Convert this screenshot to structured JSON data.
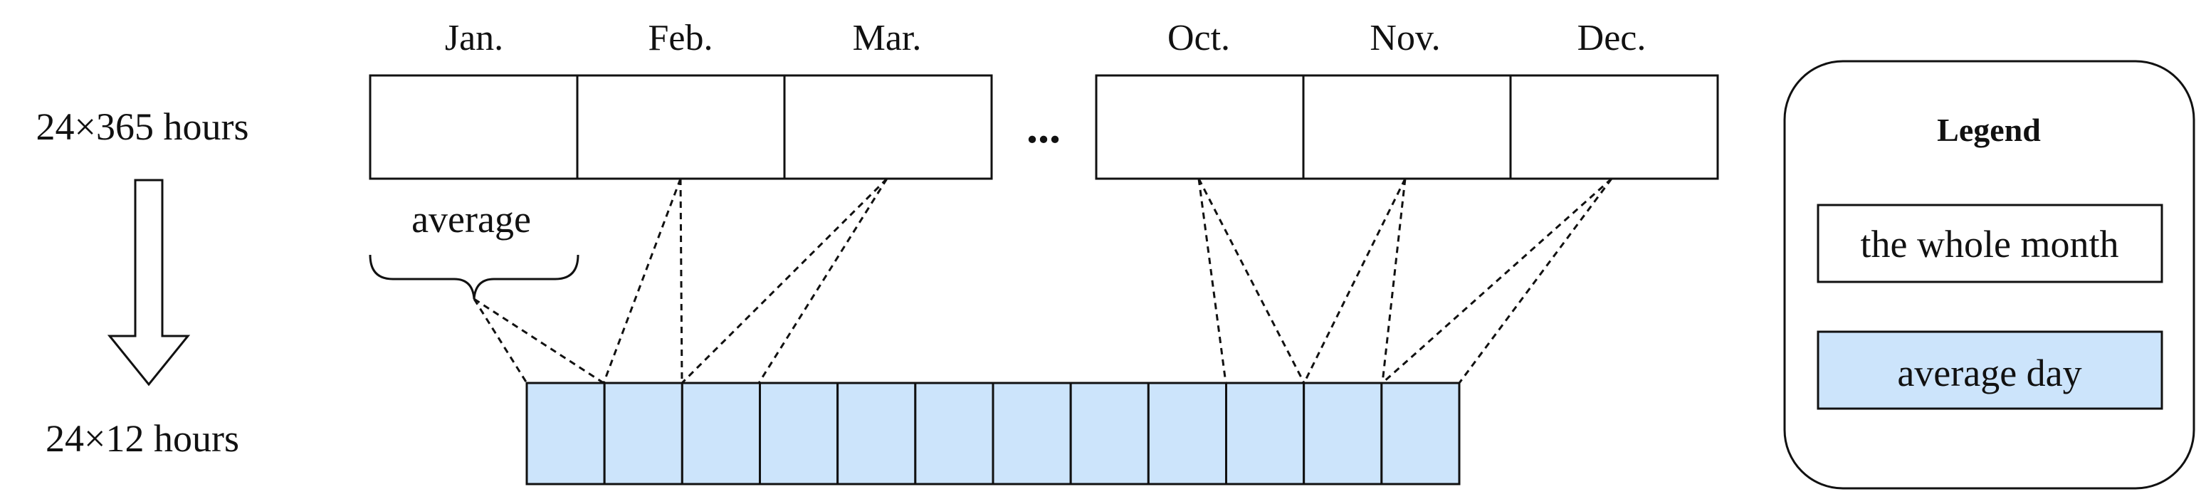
{
  "months_top": [
    "Jan.",
    "Feb.",
    "Mar.",
    "Oct.",
    "Nov.",
    "Dec."
  ],
  "ellipsis": "...",
  "left_top_label": "24×365 hours",
  "left_bottom_label": "24×12 hours",
  "average_label": "average",
  "bottom_cell_count": 12,
  "legend": {
    "title": "Legend",
    "whole_month": "the whole month",
    "average_day": "average day"
  },
  "colors": {
    "average_fill": "#cce4fb",
    "stroke": "#111111",
    "background": "#ffffff"
  }
}
